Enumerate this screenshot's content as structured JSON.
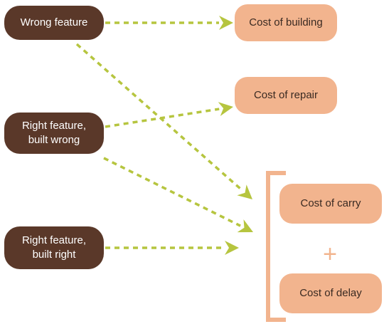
{
  "causes": [
    {
      "lines": [
        "Wrong feature"
      ]
    },
    {
      "lines": [
        "Right feature,",
        "built wrong"
      ]
    },
    {
      "lines": [
        "Right feature,",
        "built right"
      ]
    }
  ],
  "effects": {
    "building": "Cost of building",
    "repair": "Cost of repair",
    "carry": "Cost of carry",
    "delay": "Cost of delay"
  },
  "operator": "+",
  "colors": {
    "cause_fill": "#5a3829",
    "effect_fill": "#f2b48e",
    "arrow": "#b6c53f"
  }
}
